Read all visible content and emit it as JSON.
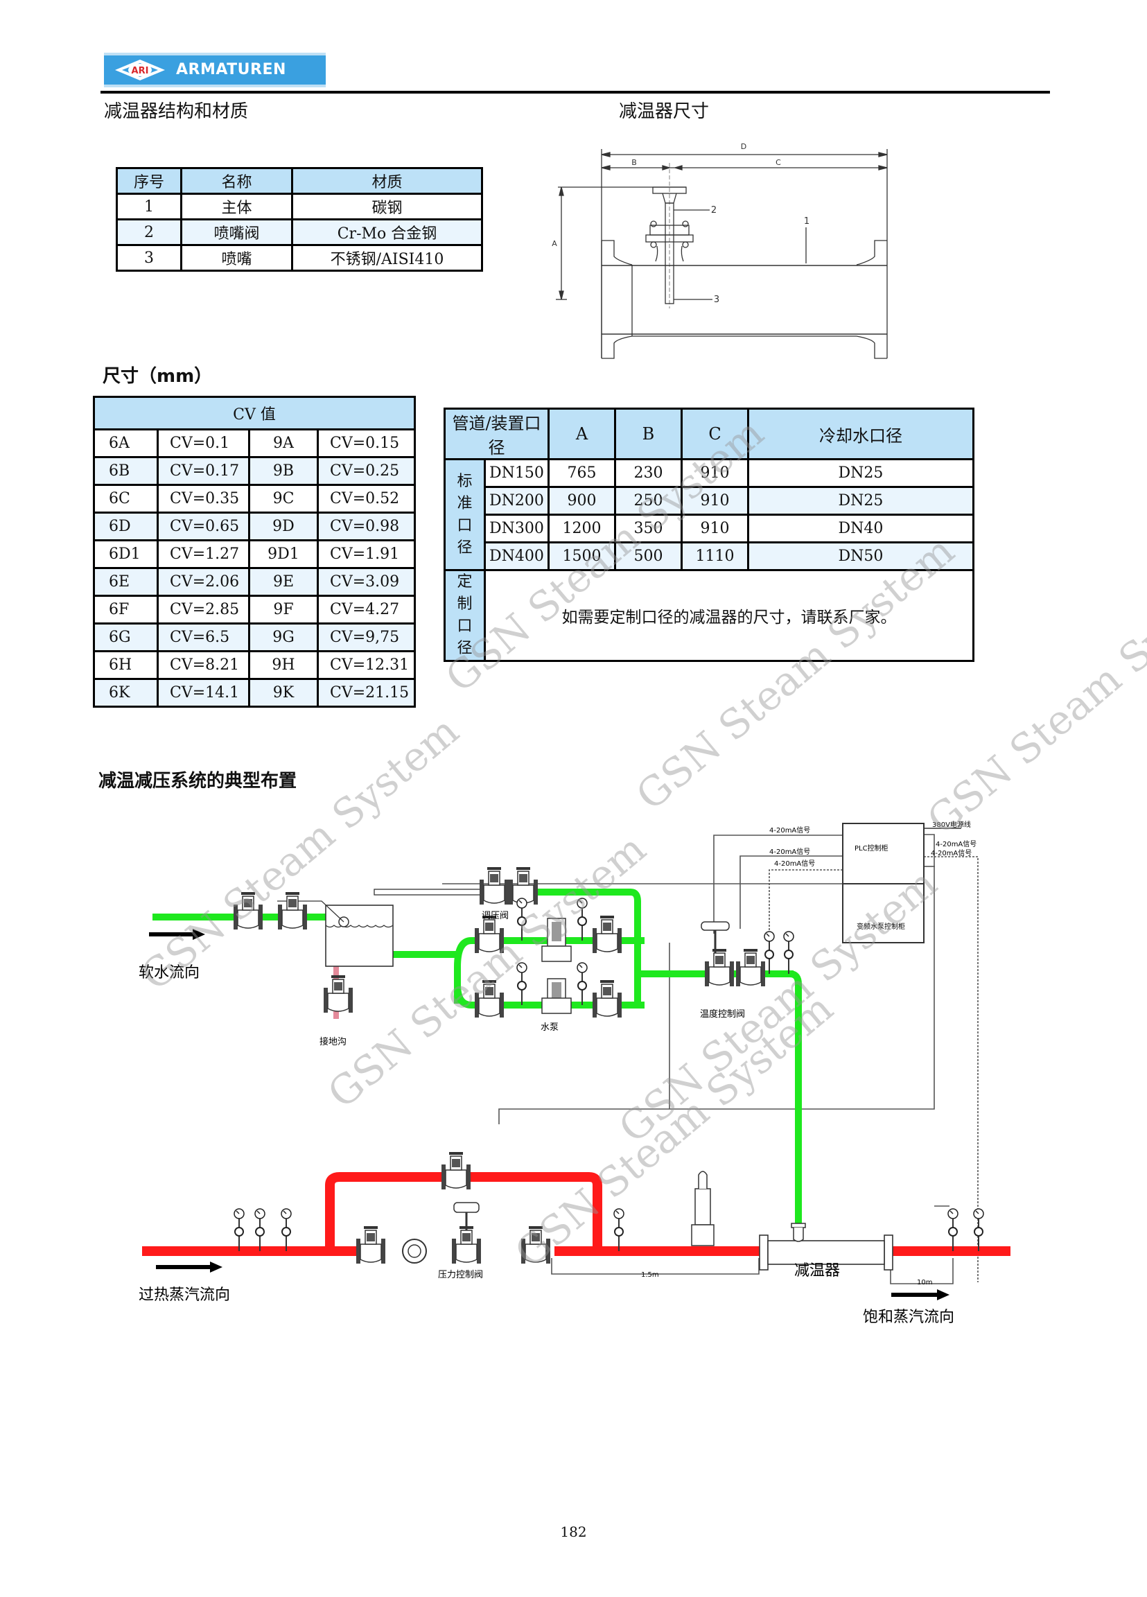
{
  "header": {
    "logo_text": "ARMATUREN",
    "logo_badge": "ARI"
  },
  "sections": {
    "structure_title": "减温器结构和材质",
    "dimensions_drawing_title": "减温器尺寸",
    "dimensions_title": "尺寸（mm）",
    "layout_title": "减温减压系统的典型布置"
  },
  "materials_table": {
    "columns": [
      "序号",
      "名称",
      "材质"
    ],
    "rows": [
      [
        "1",
        "主体",
        "碳钢"
      ],
      [
        "2",
        "喷嘴阀",
        "Cr-Mo 合金钢"
      ],
      [
        "3",
        "喷嘴",
        "不锈钢/AISI410"
      ]
    ]
  },
  "drawing": {
    "dim_labels": [
      "D",
      "B",
      "C",
      "A"
    ],
    "part_labels": [
      "1",
      "2",
      "3"
    ]
  },
  "cv_table": {
    "header": "CV 值",
    "rows": [
      [
        "6A",
        "CV=0.1",
        "9A",
        "CV=0.15"
      ],
      [
        "6B",
        "CV=0.17",
        "9B",
        "CV=0.25"
      ],
      [
        "6C",
        "CV=0.35",
        "9C",
        "CV=0.52"
      ],
      [
        "6D",
        "CV=0.65",
        "9D",
        "CV=0.98"
      ],
      [
        "6D1",
        "CV=1.27",
        "9D1",
        "CV=1.91"
      ],
      [
        "6E",
        "CV=2.06",
        "9E",
        "CV=3.09"
      ],
      [
        "6F",
        "CV=2.85",
        "9F",
        "CV=4.27"
      ],
      [
        "6G",
        "CV=6.5",
        "9G",
        "CV=9,75"
      ],
      [
        "6H",
        "CV=8.21",
        "9H",
        "CV=12.31"
      ],
      [
        "6K",
        "CV=14.1",
        "9K",
        "CV=21.15"
      ]
    ]
  },
  "size_table": {
    "columns": [
      "管道/装置口径",
      "A",
      "B",
      "C",
      "冷却水口径"
    ],
    "standard_label": "标准口径",
    "standard_label_chars": [
      "标",
      "准",
      "口",
      "径"
    ],
    "rows": [
      [
        "DN150",
        "765",
        "230",
        "910",
        "DN25"
      ],
      [
        "DN200",
        "900",
        "250",
        "910",
        "DN25"
      ],
      [
        "DN300",
        "1200",
        "350",
        "910",
        "DN40"
      ],
      [
        "DN400",
        "1500",
        "500",
        "1110",
        "DN50"
      ]
    ],
    "custom_label_chars": [
      "定",
      "制",
      "口",
      "径"
    ],
    "custom_note": "如需要定制口径的减温器的尺寸，请联系厂家。"
  },
  "diagram": {
    "labels": {
      "soft_water_flow": "软水流向",
      "drain": "接地沟",
      "pressure_regulator": "调压阀",
      "water_pump": "水泵",
      "temp_control_valve": "温度控制阀",
      "superheated_steam_flow": "过热蒸汽流向",
      "pressure_control_valve": "压力控制阀",
      "desuperheater": "减温器",
      "saturated_steam_flow": "饱和蒸汽流向",
      "distance_1": "1.5m",
      "distance_2": "10m",
      "plc_cabinet": "PLC控制柜",
      "vfd_cabinet": "变频水泵控制柜",
      "power_line": "380V电源线",
      "signal_1": "4-20mA信号",
      "signal_2": "4-20mA信号",
      "signal_3": "4-20mA信号",
      "signal_4": "4-20mA信号",
      "signal_5": "4-20mA信号"
    },
    "colors": {
      "water_pipe": "#1ee81e",
      "steam_pipe": "#ff1a1a",
      "drain_pipe": "#e48a9a"
    }
  },
  "watermark": "GSN Steam System",
  "footer": {
    "page_number": "182"
  }
}
